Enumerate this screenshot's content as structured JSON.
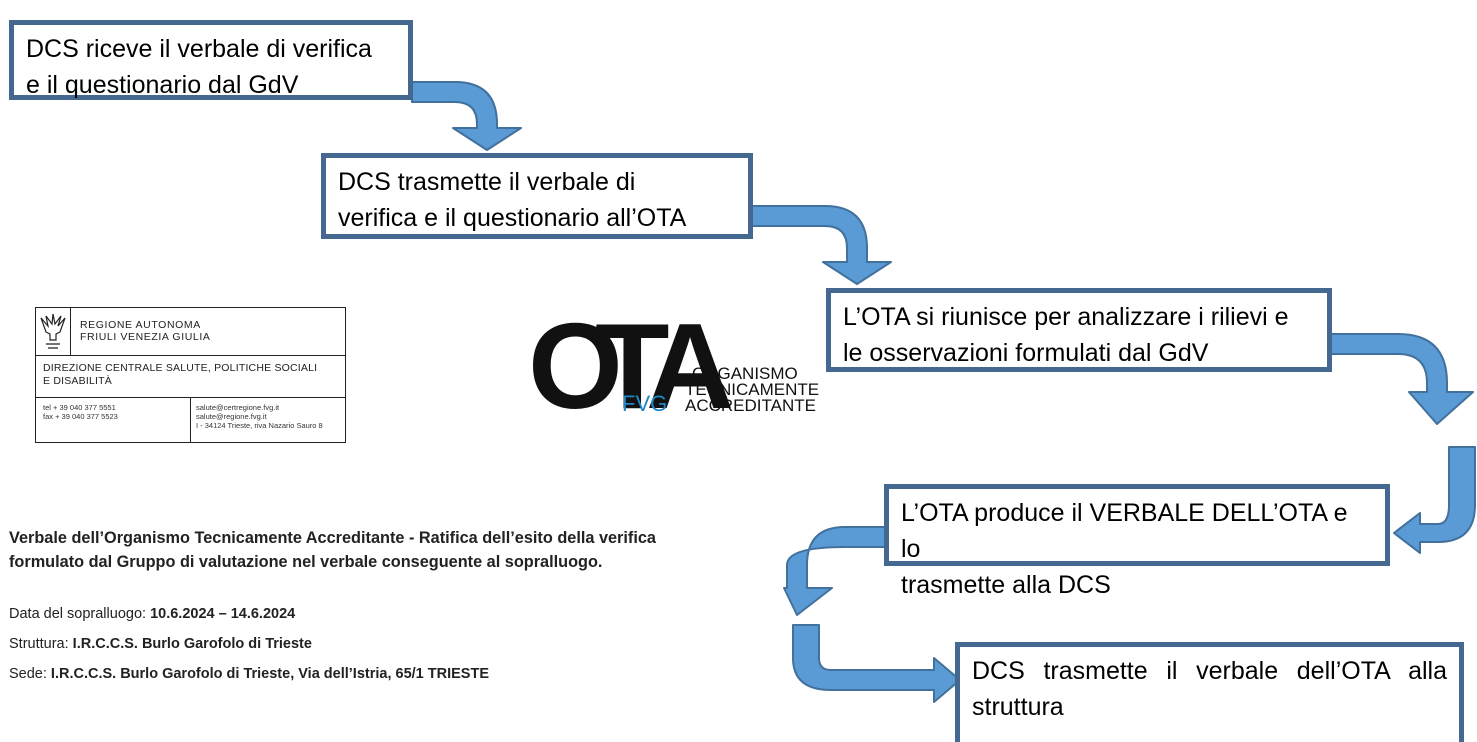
{
  "steps": [
    {
      "lines": [
        "DCS riceve il verbale di verifica",
        "e il questionario dal GdV"
      ]
    },
    {
      "lines": [
        "DCS trasmette il verbale di",
        "verifica e il questionario all’OTA"
      ]
    },
    {
      "lines": [
        "L’OTA si riunisce per analizzare i rilievi e",
        "le osservazioni formulati dal GdV"
      ]
    },
    {
      "lines": [
        "L’OTA produce il VERBALE DELL’OTA e lo",
        "trasmette alla DCS"
      ]
    },
    {
      "lines": [
        "DCS trasmette il verbale dell’OTA alla",
        "struttura"
      ]
    }
  ],
  "region_letterhead": {
    "name_lines": [
      "REGIONE AUTONOMA",
      "FRIULI VENEZIA GIULIA"
    ],
    "direction_lines": [
      "DIREZIONE CENTRALE SALUTE, POLITICHE SOCIALI",
      "E DISABILITÀ"
    ],
    "phone_lines": [
      "tel + 39 040 377 5551",
      "fax + 39 040 377 5523"
    ],
    "contact_lines": [
      "salute@certregione.fvg.it",
      "salute@regione.fvg.it",
      "I - 34124 Trieste, riva Nazario Sauro 8"
    ]
  },
  "ota_logo": {
    "letters": [
      "O",
      "T",
      "A"
    ],
    "subtag": "FVG",
    "words": [
      "ORGANISMO",
      "TECNICAMENTE",
      "ACCREDITANTE"
    ]
  },
  "document": {
    "title_lines": [
      "Verbale dell’Organismo Tecnicamente Accreditante - Ratifica dell’esito della verifica",
      "formulato dal Gruppo di valutazione nel verbale conseguente al sopralluogo."
    ],
    "fields": [
      {
        "label": "Data del sopralluogo: ",
        "value": "10.6.2024 – 14.6.2024"
      },
      {
        "label": "Struttura: ",
        "value": "I.R.C.C.S. Burlo Garofolo di Trieste"
      },
      {
        "label": "Sede: ",
        "value": "I.R.C.C.S. Burlo Garofolo di Trieste, Via dell’Istria, 65/1 TRIESTE"
      }
    ]
  },
  "colors": {
    "arrow": "#5b9bd5",
    "arrow_stroke": "#41719c",
    "box_border": "#44688f"
  }
}
